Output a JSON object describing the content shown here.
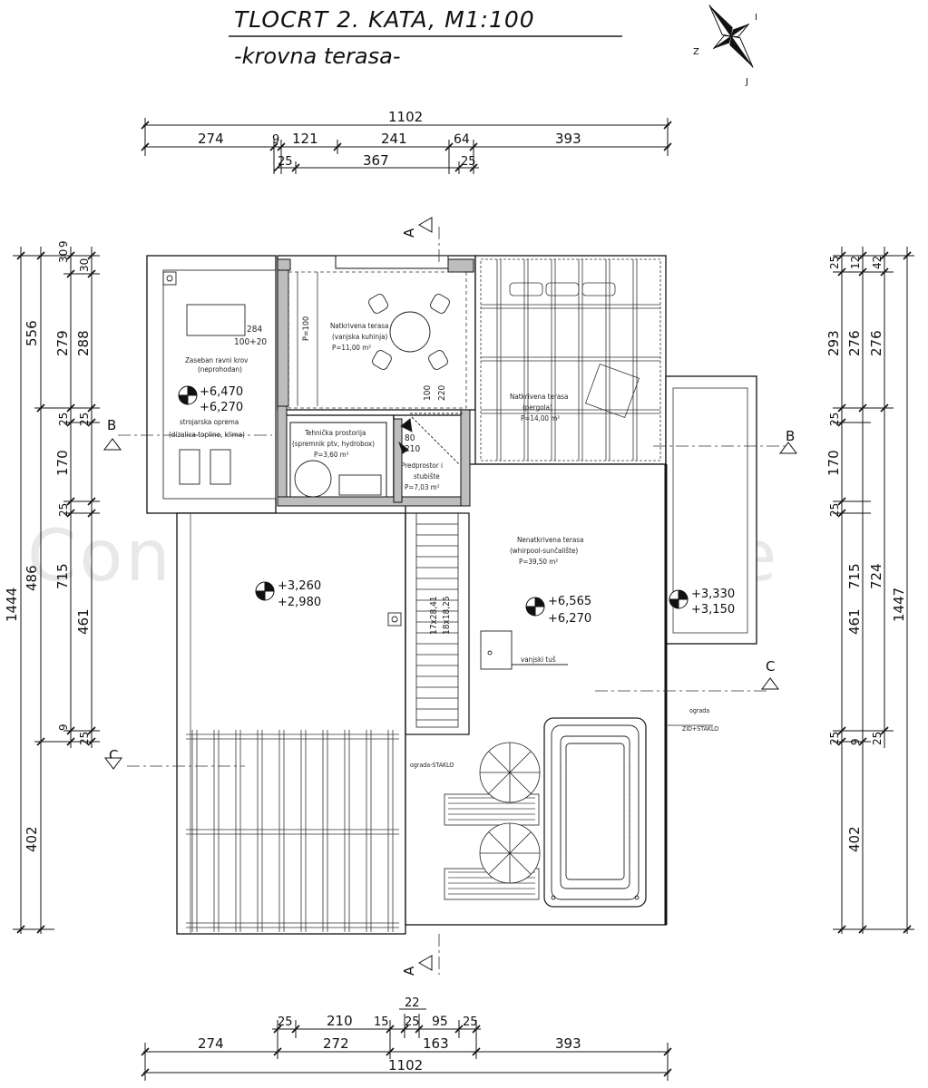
{
  "title": "TLOCRT 2. KATA, M1:100",
  "subtitle": "-krovna terasa-",
  "compass": {
    "n": "I",
    "s": "J",
    "w": "Z"
  },
  "watermark": "Condura nekretnine",
  "dims_top": {
    "total": "1102",
    "row1": [
      "274",
      "9",
      "121",
      "241",
      "64",
      "393"
    ],
    "row2": [
      "25",
      "367",
      "25"
    ]
  },
  "dims_bottom": {
    "total": "1102",
    "row_top": [
      "25",
      "210",
      "15",
      "25",
      "95",
      "25"
    ],
    "extra": "22",
    "row2": [
      "274",
      "272",
      "163",
      "393"
    ]
  },
  "dims_left": {
    "outer": "1444",
    "mid": [
      "556",
      "486",
      "402"
    ],
    "inner_a": [
      "30",
      "9",
      "279",
      "25",
      "170",
      "25",
      "715",
      "461",
      "9"
    ],
    "inner_b": [
      "30",
      "288",
      "25",
      "25"
    ]
  },
  "dims_right": {
    "outer": "1447",
    "mid": [
      "25",
      "293",
      "25",
      "170",
      "25",
      "715",
      "25",
      "402"
    ],
    "inner_a": [
      "12",
      "276",
      "724"
    ],
    "inner_b": [
      "42",
      "276",
      "461",
      "9",
      "25"
    ]
  },
  "sections": {
    "a": "A",
    "b": "B",
    "c": "C"
  },
  "rooms": [
    {
      "name": "Zaseban ravni krov",
      "sub": "(neprohodan)"
    },
    {
      "name": "Natkrivena terasa",
      "sub": "(vanjska kuhinja)",
      "area": "P=11,00 m²"
    },
    {
      "name": "Natkrivena terasa",
      "sub": "(pergola)",
      "area": "P=14,00 m²"
    },
    {
      "name": "Tehnička prostorija",
      "sub": "(spremnik ptv, hydrobox)",
      "area": "P=3,60 m²"
    },
    {
      "name": "Predprostor i",
      "sub": "stubište",
      "area": "P=7,03 m²"
    },
    {
      "name": "Nenatkrivena terasa",
      "sub": "(whirpool-sunčalište)",
      "area": "P=39,50 m²"
    }
  ],
  "equipment": {
    "line1": "strojarska oprema",
    "line2": "(dizalica topline, klima)"
  },
  "levels": [
    {
      "top": "+6,470",
      "bottom": "+6,270"
    },
    {
      "top": "+3,260",
      "bottom": "+2,980"
    },
    {
      "top": "+6,565",
      "bottom": "+6,270"
    },
    {
      "top": "+3,330",
      "bottom": "+3,150"
    }
  ],
  "labels": {
    "shower": "vanjski tuš",
    "fence_glass": "ograda-STAKLO",
    "fence_wall_1": "ograda",
    "fence_wall_2": "ZID+STAKLO",
    "stairs_1": "17x28,41",
    "stairs_2": "18x18,25",
    "win_1": "284",
    "win_2": "100+20",
    "door_p": "P=100",
    "d100": "100",
    "d220": "220",
    "d80": "80",
    "d210": "210"
  }
}
